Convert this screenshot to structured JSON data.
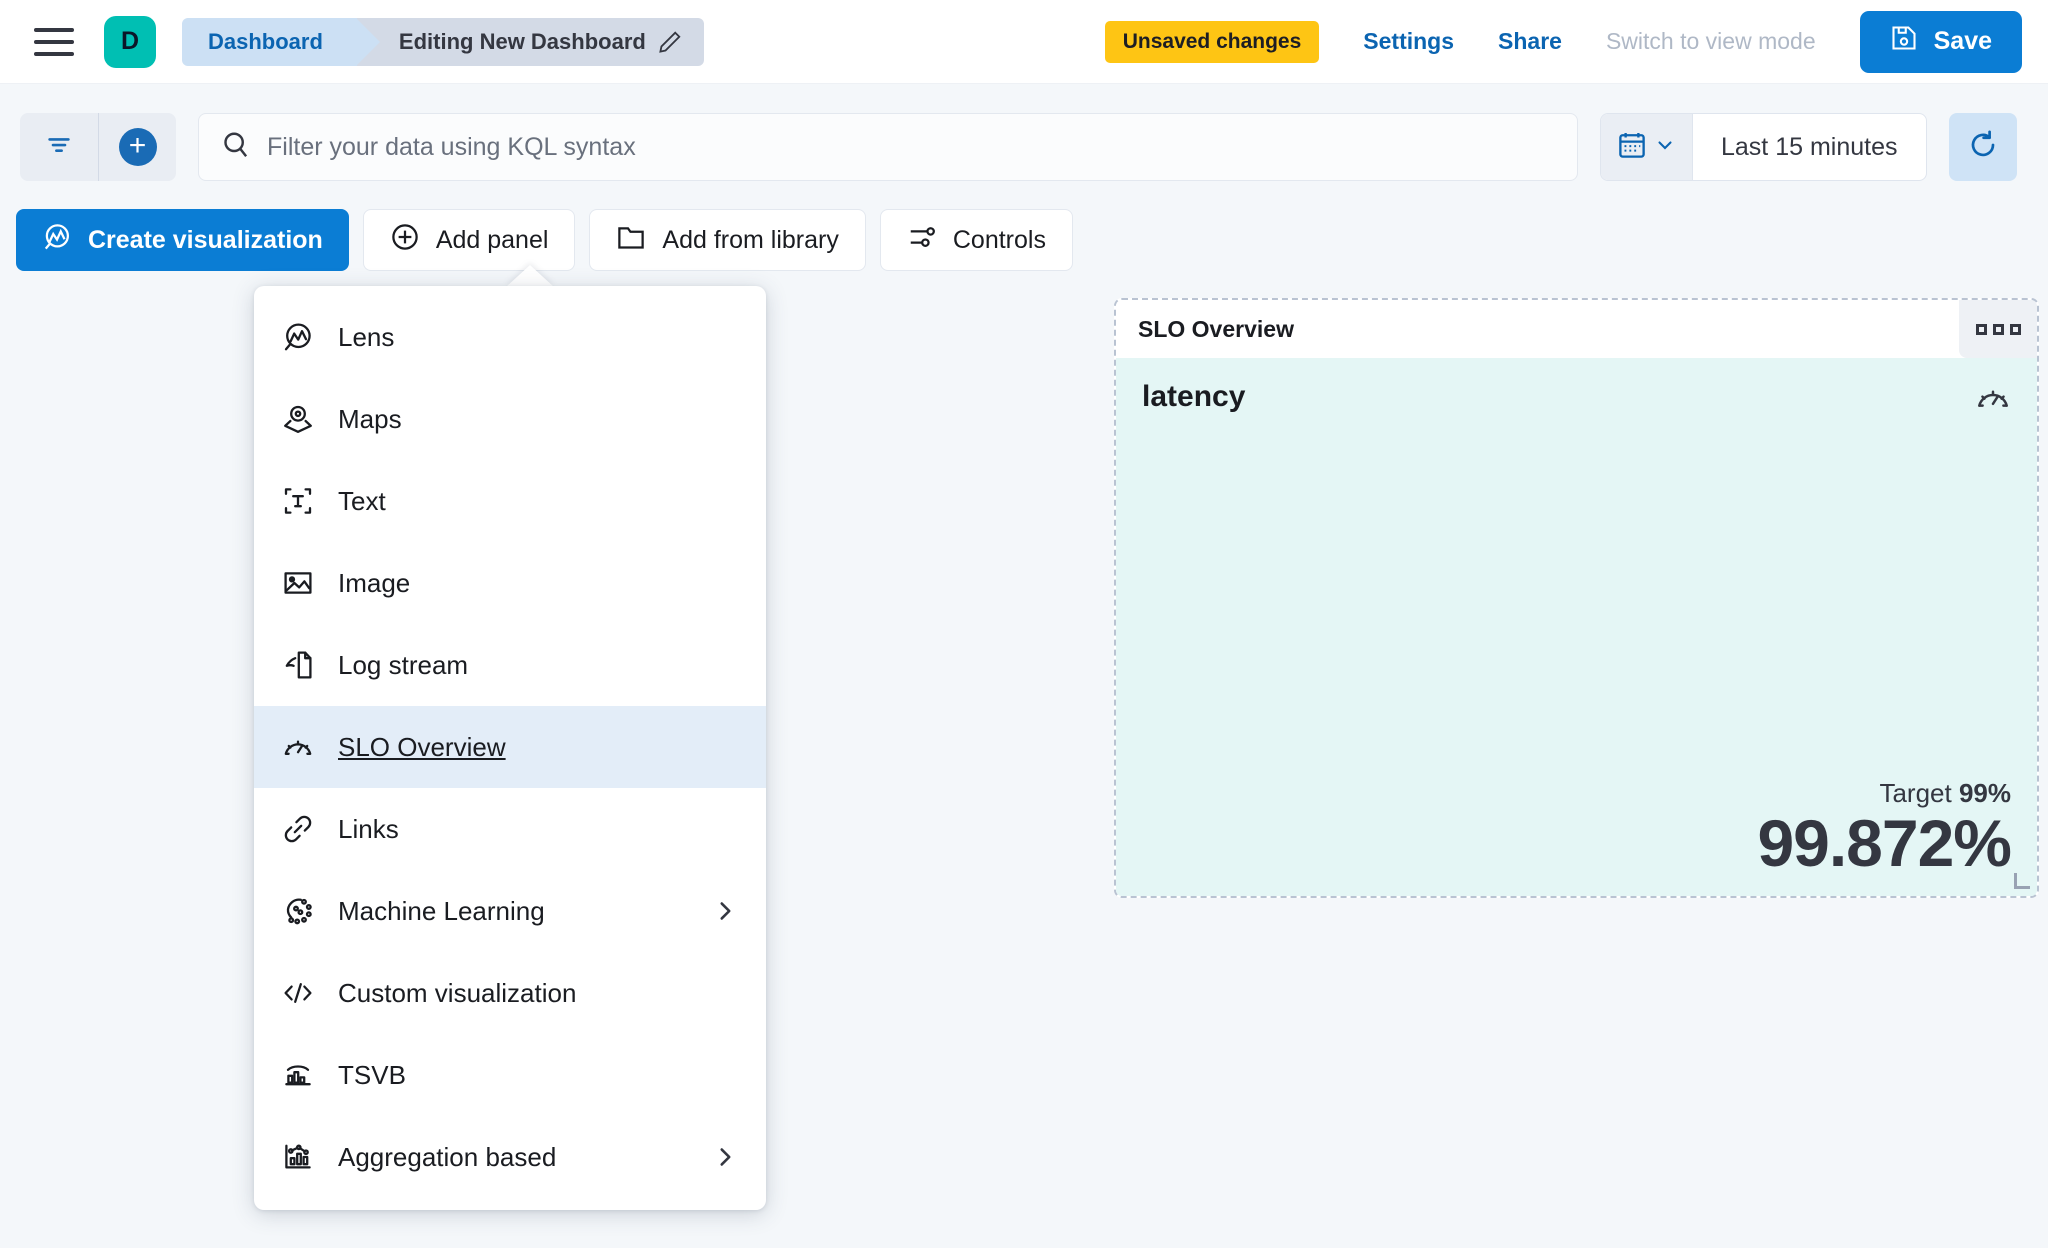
{
  "header": {
    "menu_icon": "hamburger-menu-icon",
    "space_avatar": "D",
    "breadcrumbs": [
      {
        "label": "Dashboard"
      },
      {
        "label": "Editing New Dashboard"
      }
    ],
    "edit_icon": "pencil-icon",
    "unsaved_badge": "Unsaved changes",
    "settings_link": "Settings",
    "share_link": "Share",
    "view_mode_link": "Switch to view mode",
    "save_button": "Save",
    "save_icon": "save-disk-icon",
    "accent_blue": "#0b7dd4",
    "badge_yellow": "#fec514",
    "avatar_teal": "#00bfb3"
  },
  "query_bar": {
    "filter_icon": "filter-icon",
    "add_filter_icon": "plus-icon",
    "search_icon": "search-icon",
    "search_value": "",
    "search_placeholder": "Filter your data using KQL syntax",
    "calendar_icon": "calendar-icon",
    "calendar_chevron": "chevron-down-icon",
    "date_range": "Last 15 minutes",
    "refresh_icon": "refresh-icon"
  },
  "toolbar": {
    "create_visualization": "Create visualization",
    "create_visualization_icon": "lens-icon",
    "add_panel": "Add panel",
    "add_panel_icon": "plus-circle-icon",
    "add_from_library": "Add from library",
    "add_from_library_icon": "folder-icon",
    "controls": "Controls",
    "controls_icon": "controls-sliders-icon"
  },
  "add_panel_menu": {
    "items": [
      {
        "label": "Lens",
        "icon": "lens-icon",
        "selected": false,
        "has_submenu": false
      },
      {
        "label": "Maps",
        "icon": "map-marker-icon",
        "selected": false,
        "has_submenu": false
      },
      {
        "label": "Text",
        "icon": "text-box-icon",
        "selected": false,
        "has_submenu": false
      },
      {
        "label": "Image",
        "icon": "image-icon",
        "selected": false,
        "has_submenu": false
      },
      {
        "label": "Log stream",
        "icon": "log-stream-icon",
        "selected": false,
        "has_submenu": false
      },
      {
        "label": "SLO Overview",
        "icon": "gauge-icon",
        "selected": true,
        "has_submenu": false
      },
      {
        "label": "Links",
        "icon": "link-icon",
        "selected": false,
        "has_submenu": false
      },
      {
        "label": "Machine Learning",
        "icon": "machine-learning-icon",
        "selected": false,
        "has_submenu": true
      },
      {
        "label": "Custom visualization",
        "icon": "code-icon",
        "selected": false,
        "has_submenu": false
      },
      {
        "label": "TSVB",
        "icon": "tsvb-chart-icon",
        "selected": false,
        "has_submenu": false
      },
      {
        "label": "Aggregation based",
        "icon": "aggregation-icon",
        "selected": false,
        "has_submenu": true
      }
    ],
    "submenu_icon": "chevron-right-icon",
    "highlight_color": "#e3edf8"
  },
  "slo_panel": {
    "title": "SLO Overview",
    "context_menu_icon": "panel-context-menu-icon",
    "slo_name": "latency",
    "gauge_icon": "gauge-icon",
    "target_label": "Target",
    "target_value": "99%",
    "current_value": "99.872%",
    "body_background": "#e4f6f5",
    "resize_handle": "resize-handle-icon"
  },
  "page": {
    "background": "#f4f7fa"
  }
}
